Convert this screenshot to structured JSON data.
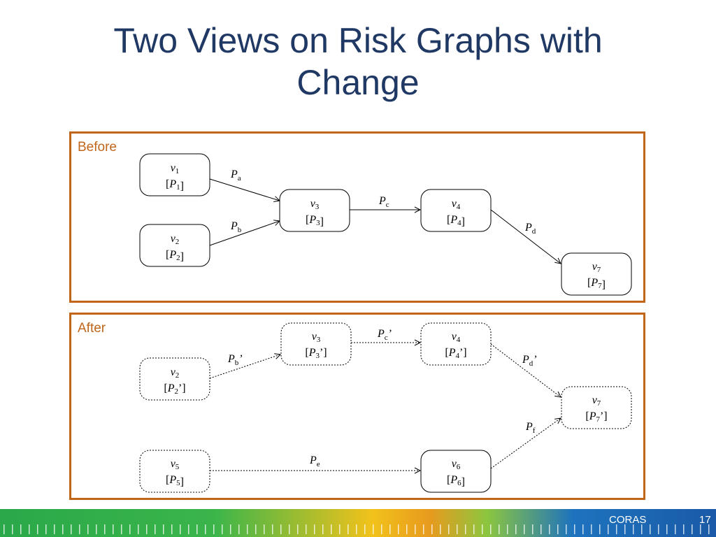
{
  "slide": {
    "title_line1": "Two Views on Risk Graphs with",
    "title_line2": "Change",
    "footer_brand": "CORAS",
    "page_number": "17"
  },
  "panels": {
    "before_label": "Before",
    "after_label": "After"
  },
  "before": {
    "nodes": [
      {
        "v": "v",
        "v_sub": "1",
        "p": "P",
        "p_sub": "1",
        "prime": ""
      },
      {
        "v": "v",
        "v_sub": "2",
        "p": "P",
        "p_sub": "2",
        "prime": ""
      },
      {
        "v": "v",
        "v_sub": "3",
        "p": "P",
        "p_sub": "3",
        "prime": ""
      },
      {
        "v": "v",
        "v_sub": "4",
        "p": "P",
        "p_sub": "4",
        "prime": ""
      },
      {
        "v": "v",
        "v_sub": "7",
        "p": "P",
        "p_sub": "7",
        "prime": ""
      }
    ],
    "edges": [
      {
        "p": "P",
        "sub": "a",
        "prime": ""
      },
      {
        "p": "P",
        "sub": "b",
        "prime": ""
      },
      {
        "p": "P",
        "sub": "c",
        "prime": ""
      },
      {
        "p": "P",
        "sub": "d",
        "prime": ""
      }
    ]
  },
  "after": {
    "nodes": [
      {
        "v": "v",
        "v_sub": "3",
        "p": "P",
        "p_sub": "3",
        "prime": "’"
      },
      {
        "v": "v",
        "v_sub": "4",
        "p": "P",
        "p_sub": "4",
        "prime": "’"
      },
      {
        "v": "v",
        "v_sub": "2",
        "p": "P",
        "p_sub": "2",
        "prime": "’"
      },
      {
        "v": "v",
        "v_sub": "7",
        "p": "P",
        "p_sub": "7",
        "prime": "’"
      },
      {
        "v": "v",
        "v_sub": "5",
        "p": "P",
        "p_sub": "5",
        "prime": ""
      },
      {
        "v": "v",
        "v_sub": "6",
        "p": "P",
        "p_sub": "6",
        "prime": ""
      }
    ],
    "edges": [
      {
        "p": "P",
        "sub": "c",
        "prime": "’"
      },
      {
        "p": "P",
        "sub": "b",
        "prime": "’"
      },
      {
        "p": "P",
        "sub": "d",
        "prime": "’"
      },
      {
        "p": "P",
        "sub": "f",
        "prime": ""
      },
      {
        "p": "P",
        "sub": "e",
        "prime": ""
      }
    ]
  },
  "colors": {
    "title": "#1f3864",
    "panel_border": "#c0661a"
  }
}
